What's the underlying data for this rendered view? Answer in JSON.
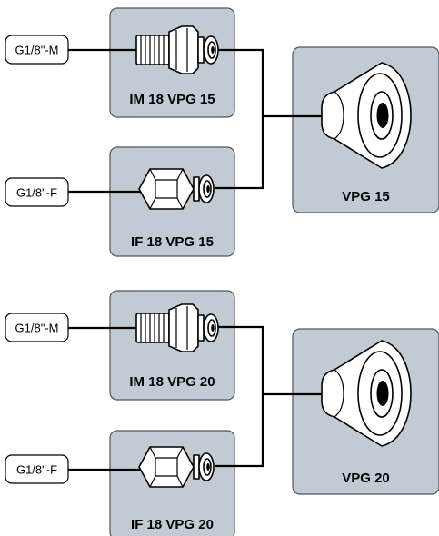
{
  "groups": [
    {
      "adapters": [
        {
          "thread_label": "G1/8\"-M",
          "name": "IM 18 VPG 15",
          "kind": "male"
        },
        {
          "thread_label": "G1/8\"-F",
          "name": "IF 18 VPG 15",
          "kind": "female"
        }
      ],
      "cup": {
        "name": "VPG 15"
      }
    },
    {
      "adapters": [
        {
          "thread_label": "G1/8\"-M",
          "name": "IM 18 VPG 20",
          "kind": "male"
        },
        {
          "thread_label": "G1/8\"-F",
          "name": "IF 18 VPG 20",
          "kind": "female"
        }
      ],
      "cup": {
        "name": "VPG 20"
      }
    }
  ],
  "colors": {
    "box_fill": "#c2cbd3",
    "box_stroke": "#4d565e",
    "line": "#000000"
  }
}
